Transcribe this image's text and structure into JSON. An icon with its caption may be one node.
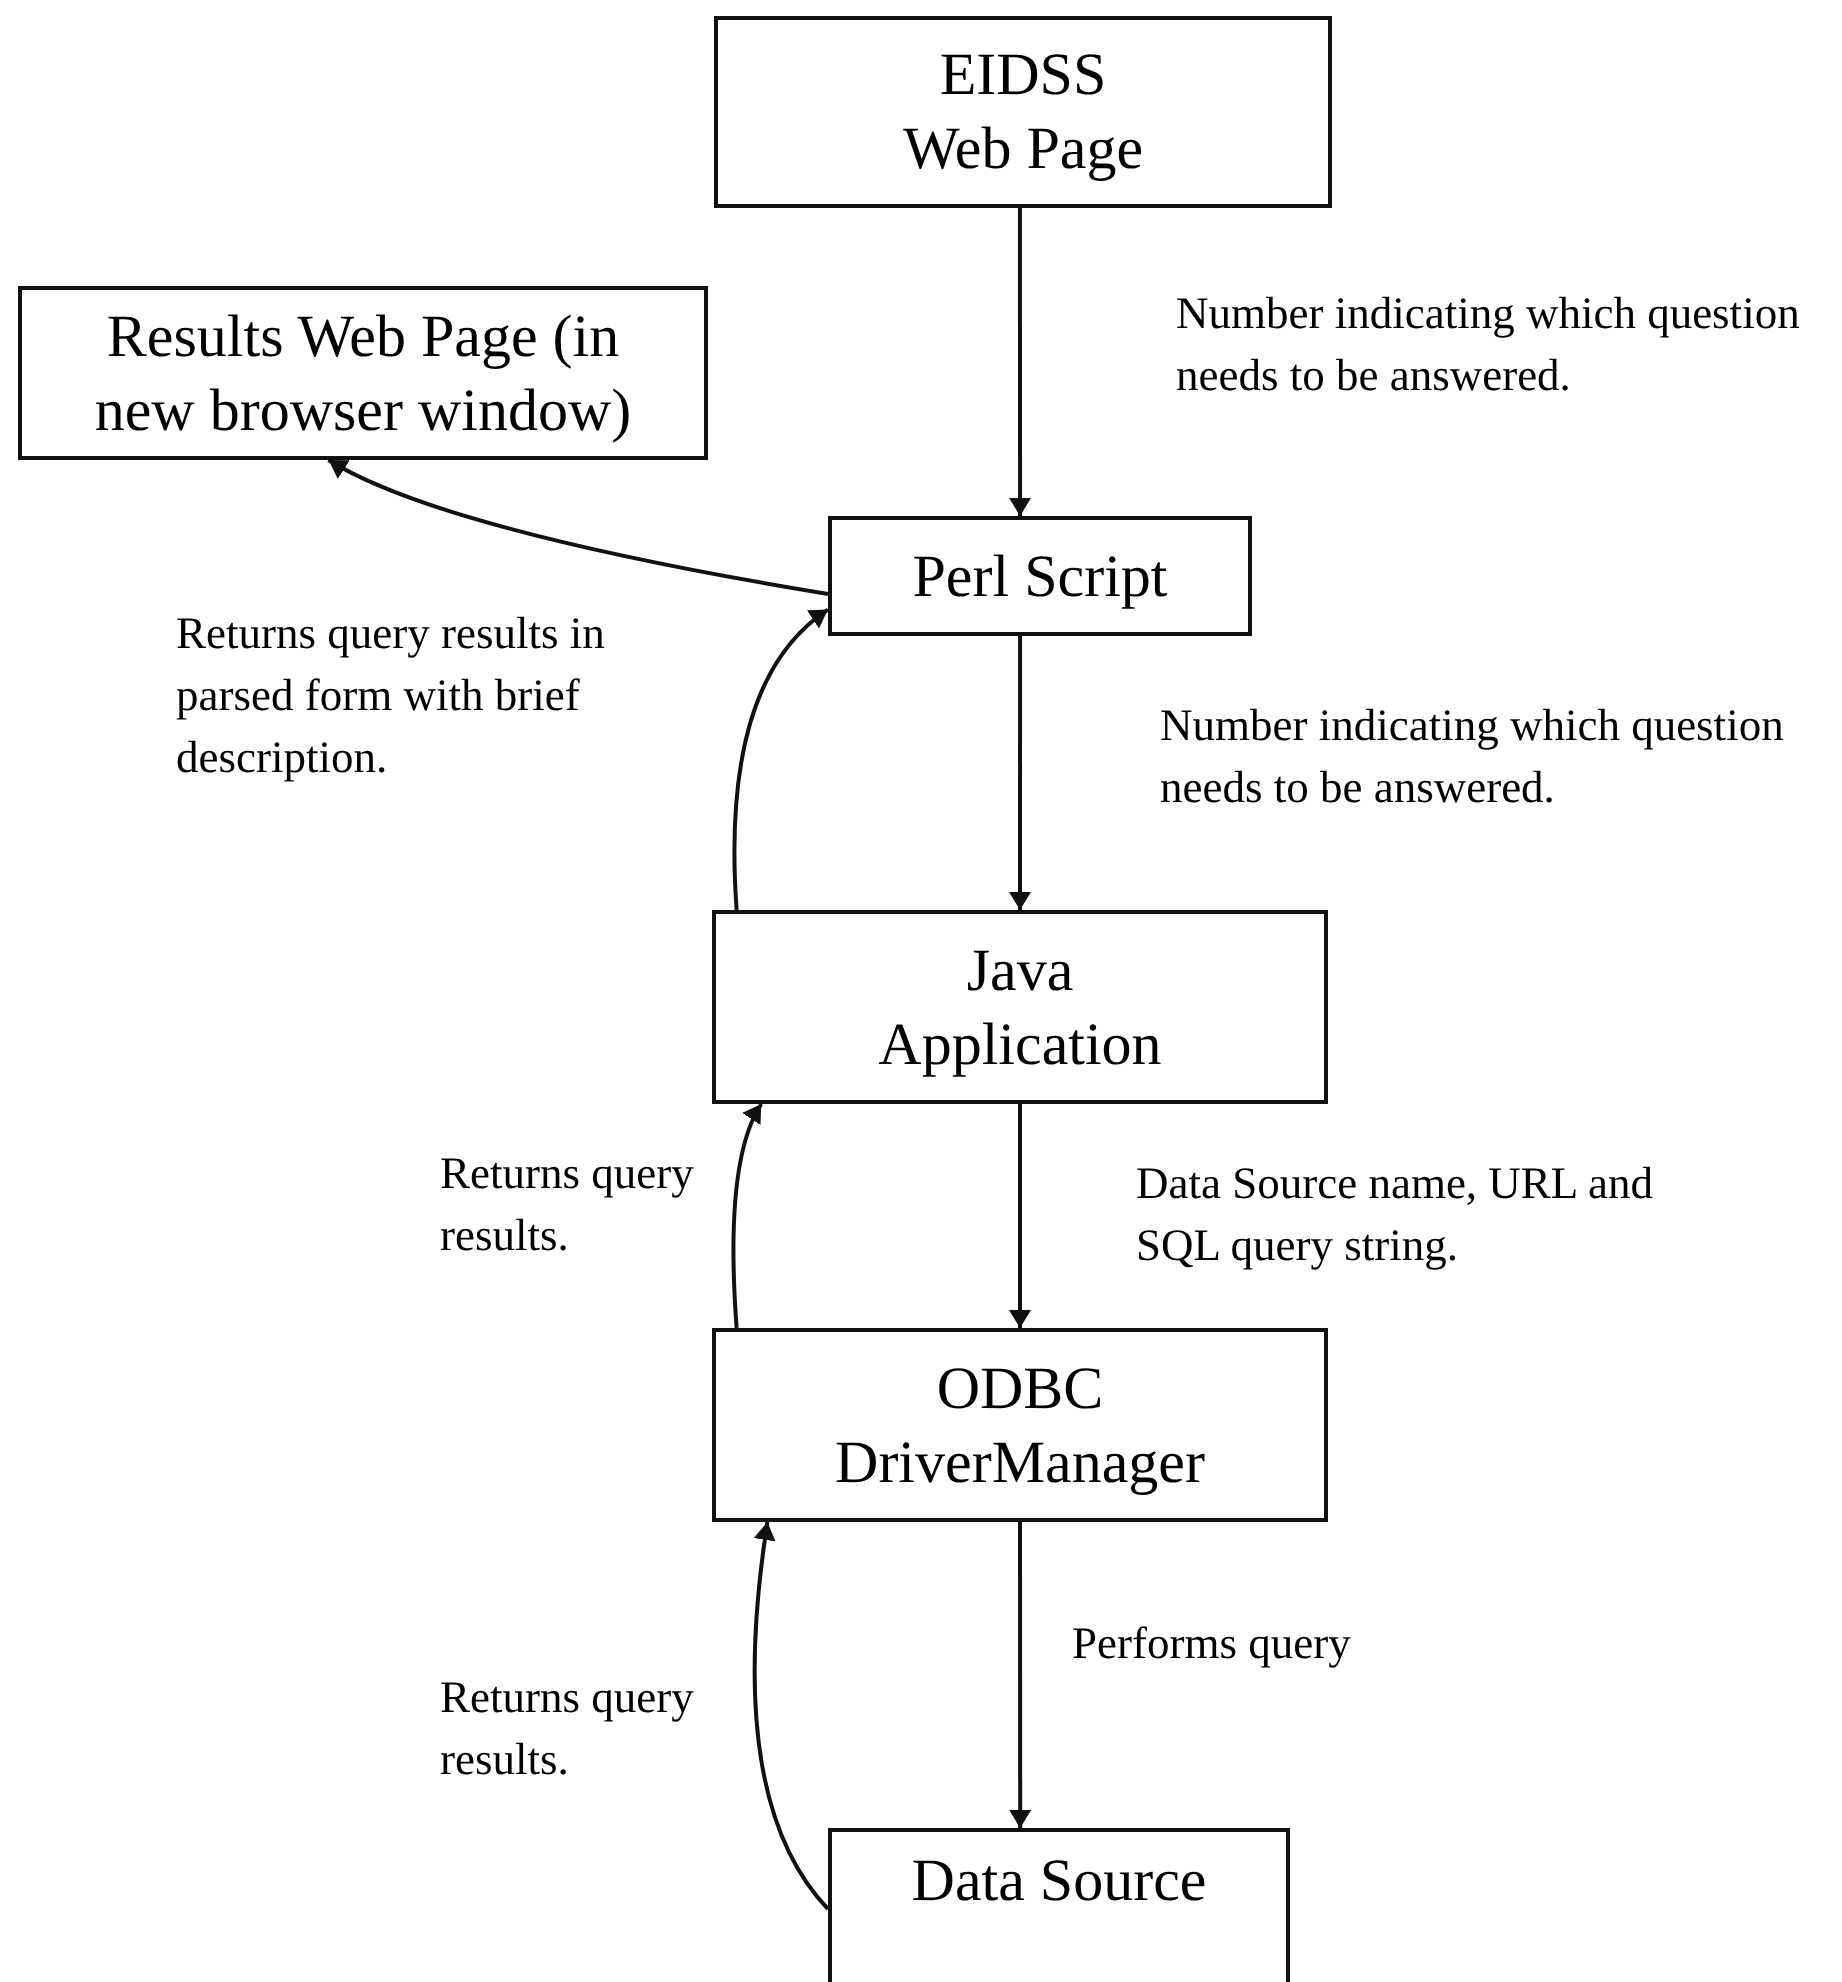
{
  "diagram": {
    "nodes": [
      {
        "text": [
          "EIDSS Web Page"
        ]
      },
      {
        "text": [
          "Results Web Page (in new browser window)"
        ]
      },
      {
        "text": [
          "Perl Script"
        ]
      },
      {
        "text": [
          "Java Application"
        ]
      },
      {
        "text": [
          "ODBC DriverManager"
        ]
      },
      {
        "text": [
          "Data Source"
        ]
      }
    ],
    "edges": [
      {
        "from": 0,
        "to": 2,
        "arrow": "to",
        "label": "Number indicating which question needs to be answered."
      },
      {
        "from": 2,
        "to": 1,
        "arrow": "to"
      },
      {
        "from": 3,
        "to": 2,
        "arrow": "to",
        "label": "Returns query results in parsed form with brief description."
      },
      {
        "from": 2,
        "to": 3,
        "arrow": "to",
        "label": "Number indicating which question needs to be answered."
      },
      {
        "from": 4,
        "to": 3,
        "arrow": "to",
        "label": "Returns query results."
      },
      {
        "from": 3,
        "to": 4,
        "arrow": "to",
        "label": "Data Source name, URL and SQL query string."
      },
      {
        "from": 5,
        "to": 4,
        "arrow": "to",
        "label": "Returns query results."
      },
      {
        "from": 4,
        "to": 5,
        "arrow": "to",
        "label": "Performs query"
      }
    ]
  }
}
